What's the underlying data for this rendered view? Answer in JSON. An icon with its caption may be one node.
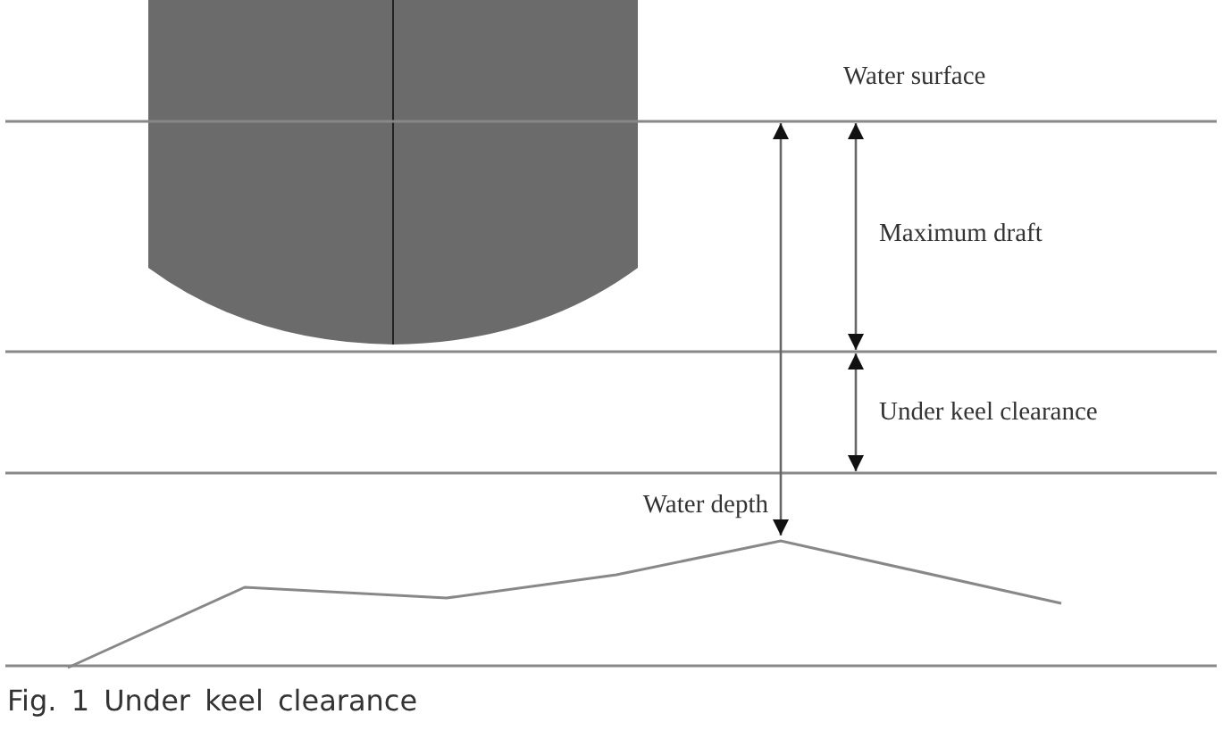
{
  "diagram": {
    "caption": "Fig. 1 Under keel clearance",
    "labels": [
      "Water surface",
      "Maximum draft",
      "Under keel clearance",
      "Water depth"
    ]
  }
}
